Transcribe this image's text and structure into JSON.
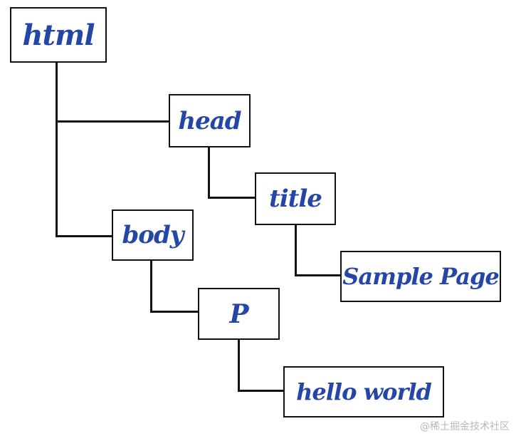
{
  "diagram": {
    "nodes": {
      "html": "html",
      "head": "head",
      "title": "title",
      "body": "body",
      "sample_page": "Sample Page",
      "p": "P",
      "hello_world": "hello world"
    },
    "edges": [
      [
        "html",
        "head"
      ],
      [
        "html",
        "body"
      ],
      [
        "head",
        "title"
      ],
      [
        "title",
        "sample_page"
      ],
      [
        "body",
        "p"
      ],
      [
        "p",
        "hello_world"
      ]
    ],
    "colors": {
      "text": "#2446a6",
      "border": "#111111",
      "background": "#ffffff"
    }
  },
  "watermark": "@稀土掘金技术社区"
}
